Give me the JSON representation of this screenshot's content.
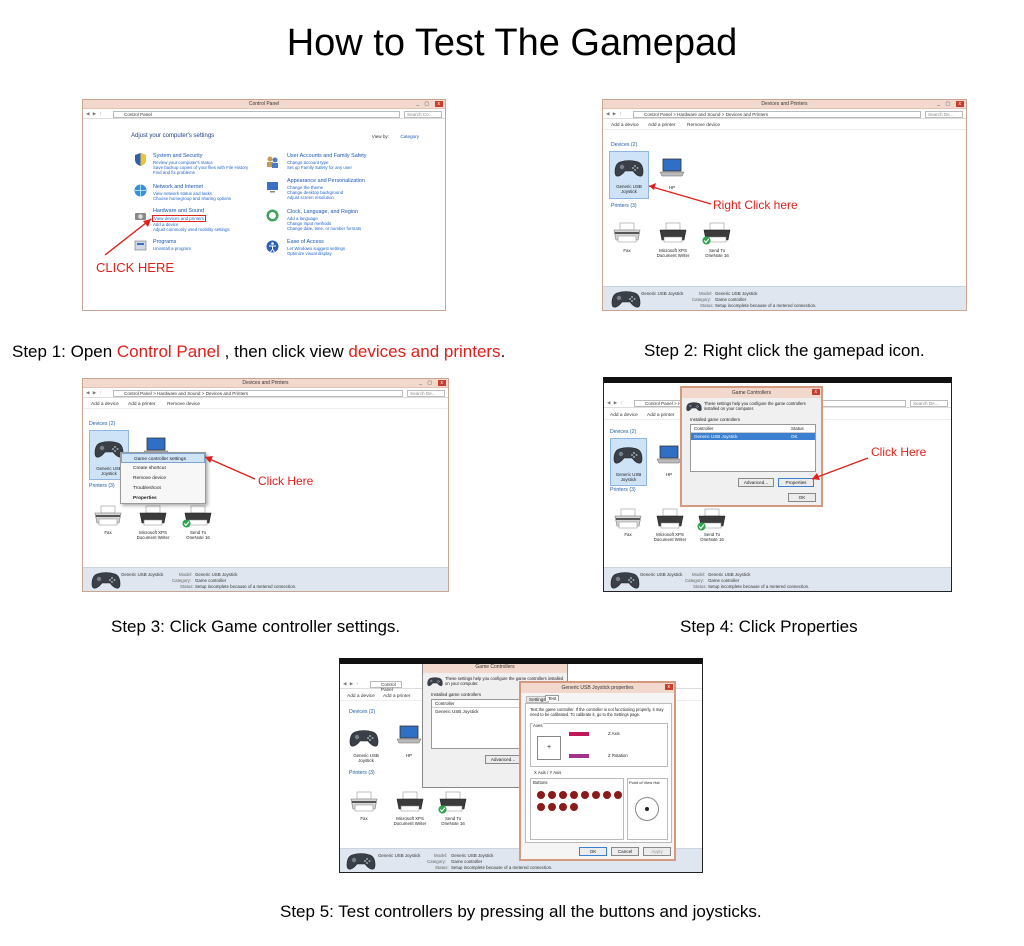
{
  "title": "How to Test The Gamepad",
  "captions": {
    "step1_a": "Step 1: Open ",
    "step1_b": "Control Panel",
    "step1_c": " , then click view ",
    "step1_d": "devices and printers",
    "step1_e": ".",
    "step2": "Step 2: Right click the gamepad icon.",
    "step3": "Step 3: Click Game controller settings.",
    "step4": "Step 4: Click Properties",
    "step5": "Step 5: Test controllers by pressing all the buttons and joysticks."
  },
  "callouts": {
    "click_here_caps": "CLICK HERE",
    "right_click_here": "Right Click here",
    "click_here_3": "Click Here",
    "click_here_4": "Click Here"
  },
  "colors": {
    "callout": "#e0201b",
    "titlebar": "#f3d9cd",
    "link": "#1a56b0"
  },
  "control_panel": {
    "window_title": "Control Panel",
    "address": "Control Panel",
    "search": "Search Co...",
    "heading": "Adjust your computer's settings",
    "view_by_label": "View by:",
    "view_by_value": "Category",
    "items": [
      {
        "h": "System and Security",
        "s": [
          "Review your computer's status",
          "Save backup copies of your files with File History",
          "Find and fix problems"
        ]
      },
      {
        "h": "Network and Internet",
        "s": [
          "View network status and tasks",
          "Choose homegroup and sharing options"
        ]
      },
      {
        "h": "Hardware and Sound",
        "s": [
          "View devices and printers",
          "Add a device",
          "Adjust commonly used mobility settings"
        ]
      },
      {
        "h": "Programs",
        "s": [
          "Uninstall a program"
        ]
      },
      {
        "h": "User Accounts and Family Safety",
        "s": [
          "Change account type",
          "Set up Family Safety for any user"
        ]
      },
      {
        "h": "Appearance and Personalization",
        "s": [
          "Change the theme",
          "Change desktop background",
          "Adjust screen resolution"
        ]
      },
      {
        "h": "Clock, Language, and Region",
        "s": [
          "Add a language",
          "Change input methods",
          "Change date, time, or number formats"
        ]
      },
      {
        "h": "Ease of Access",
        "s": [
          "Let Windows suggest settings",
          "Optimize visual display"
        ]
      }
    ]
  },
  "devices": {
    "window_title": "Devices and Printers",
    "address": "Control Panel  >  Hardware and Sound  >  Devices and Printers",
    "search": "Search De...",
    "add_device": "Add a device",
    "add_printer": "Add a printer",
    "remove_device": "Remove device",
    "devices_header": "Devices (2)",
    "printers_header": "Printers (3)",
    "gamepad_label": "Generic   USB\nJoystick",
    "gamepad_label_a": "Generic   USB",
    "gamepad_label_b": "Joystick",
    "hp_label": "HP",
    "fax_label": "Fax",
    "xps_a": "Microsoft XPS",
    "xps_b": "Document Writer",
    "onenote_a": "Send To",
    "onenote_b": "OneNote 16",
    "status_name": "Generic   USB   Joystick",
    "model_key": "Model:",
    "model_val": "Generic   USB   Joystick",
    "category_key": "Category:",
    "category_val": "Game controller",
    "status_key": "Status:",
    "status_val": "Setup incomplete because of a metered connection."
  },
  "context_menu": {
    "items": [
      "Game controller settings",
      "Create shortcut",
      "Remove device",
      "Troubleshoot",
      "Properties"
    ]
  },
  "game_controllers": {
    "title": "Game Controllers",
    "desc": "These settings help you configure the game controllers installed on your computer.",
    "installed": "Installed game controllers",
    "col_controller": "Controller",
    "col_status": "Status",
    "row_controller": "Generic   USB   Joystick",
    "row_status": "OK",
    "advanced": "Advanced...",
    "properties": "Properties",
    "ok": "OK"
  },
  "properties_dlg": {
    "title": "Generic   USB   Joystick   properties",
    "tab_settings": "Settings",
    "tab_test": "Test",
    "desc": "Test the game controller.  If the controller is not functioning properly, it may need to be calibrated.  To calibrate it, go to the Settings page.",
    "axes": "Axes",
    "z_axis": "Z Axis",
    "z_rotation": "Z Rotation",
    "xy_axis": "X Axis / Y Axis",
    "buttons": "Buttons",
    "pov": "Point of View Hat",
    "ok": "OK",
    "cancel": "Cancel",
    "apply": "Apply"
  }
}
